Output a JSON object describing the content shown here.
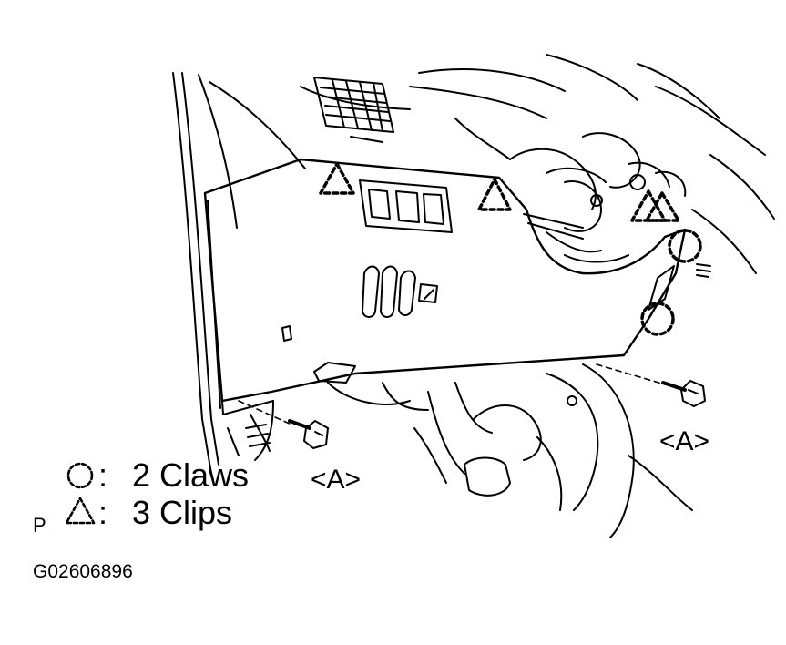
{
  "callouts": {
    "left_bolt": "<A>",
    "right_bolt": "<A>"
  },
  "legend": {
    "claws": {
      "symbol": "circle-dashed-icon",
      "text": "2 Claws"
    },
    "clips": {
      "symbol": "triangle-dashed-icon",
      "text": "3 Clips"
    },
    "separator": ":"
  },
  "page_mark": "P",
  "figure_id": "G02606896"
}
